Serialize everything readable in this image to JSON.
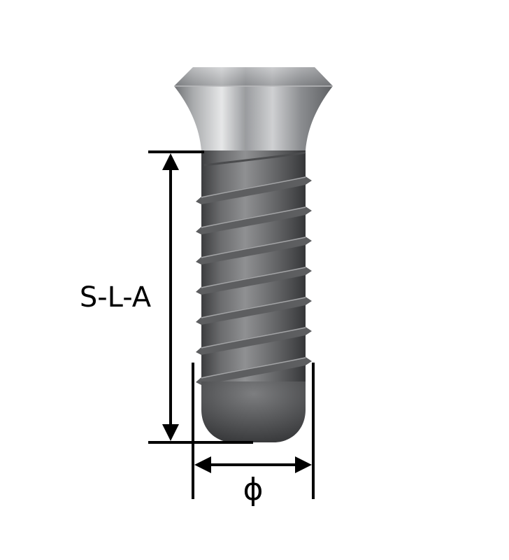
{
  "labels": {
    "length": "S-L-A",
    "diameter": "ϕ"
  },
  "colors": {
    "background": "#ffffff",
    "dimension_line": "#000000",
    "collar_light": "#d9dadb",
    "collar_dark": "#7d7f82",
    "body_light": "#8a8b8d",
    "body_dark": "#3f4042"
  },
  "components": [
    "implant-collar",
    "threaded-body",
    "apex",
    "length-dimension",
    "diameter-dimension"
  ]
}
